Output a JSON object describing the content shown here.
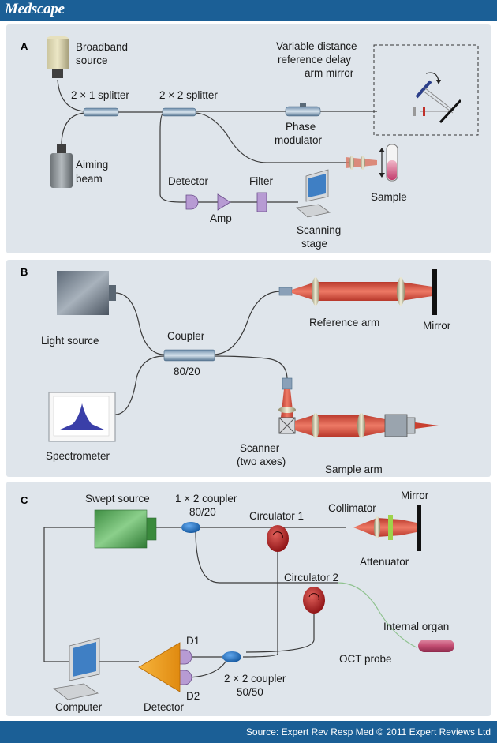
{
  "header": {
    "brand": "Medscape"
  },
  "footer": {
    "source": "Source: Expert Rev Resp Med © 2011 Expert Reviews Ltd"
  },
  "panel_a": {
    "letter": "A",
    "broadband_source": [
      "Broadband",
      "source"
    ],
    "aiming_beam": [
      "Aiming",
      "beam"
    ],
    "splitter_2x1": "2 × 1 splitter",
    "splitter_2x2": "2 × 2 splitter",
    "reference_mirror": [
      "Variable distance",
      "reference delay",
      "arm mirror"
    ],
    "phase_modulator": [
      "Phase",
      "modulator"
    ],
    "sample": "Sample",
    "detector": "Detector",
    "amp": "Amp",
    "filter": "Filter",
    "scanning_stage": [
      "Scanning",
      "stage"
    ]
  },
  "panel_b": {
    "letter": "B",
    "light_source": "Light source",
    "coupler": "Coupler",
    "coupler_ratio": "80/20",
    "reference_arm": "Reference arm",
    "mirror": "Mirror",
    "spectrometer": "Spectrometer",
    "scanner": [
      "Scanner",
      "(two axes)"
    ],
    "sample_arm": "Sample arm"
  },
  "panel_c": {
    "letter": "C",
    "swept_source": "Swept source",
    "coupler_1x2": [
      "1 × 2 coupler",
      "80/20"
    ],
    "collimator": "Collimator",
    "mirror": "Mirror",
    "circulator_1": "Circulator 1",
    "attenuator": "Attenuator",
    "circulator_2": "Circulator 2",
    "internal_organ": "Internal organ",
    "oct_probe": "OCT probe",
    "d1": "D1",
    "d2": "D2",
    "plus": "+",
    "minus": "-",
    "coupler_2x2": [
      "2 × 2 coupler",
      "50/50"
    ],
    "computer": "Computer",
    "detector": "Detector"
  },
  "colors": {
    "header_blue": "#1b5f96",
    "panel_bg": "#dfe5eb",
    "beam_red": "#d23c2e",
    "detector_purple": "#b79bd3",
    "source_green": "#5aa55a",
    "circulator_red": "#b0151a",
    "coupler_blue": "#1e6fc2",
    "detector_orange": "#f0a020"
  }
}
